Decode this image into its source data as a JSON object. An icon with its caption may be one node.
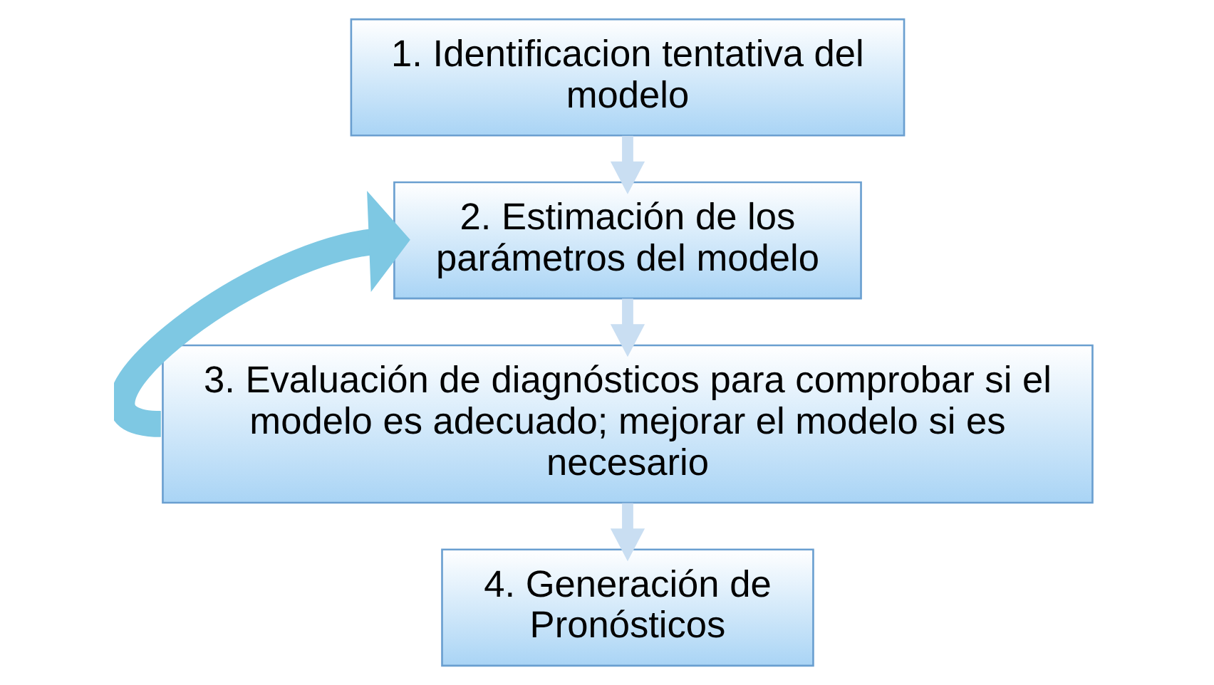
{
  "diagram": {
    "nodes": [
      {
        "text": [
          "1. Identificacion tentativa del modelo"
        ]
      },
      {
        "text": [
          "2. Estimación de los parámetros del modelo"
        ]
      },
      {
        "text": [
          "3. Evaluación de diagnósticos para comprobar si el modelo es adecuado; mejorar el modelo si es necesario"
        ]
      },
      {
        "text": [
          "4. Generación de Pronósticos"
        ]
      }
    ],
    "edges": [
      {
        "from": 0,
        "to": 1,
        "arrow": "to"
      },
      {
        "from": 1,
        "to": 2,
        "arrow": "to"
      },
      {
        "from": 2,
        "to": 3,
        "arrow": "to"
      },
      {
        "from": 2,
        "to": 1,
        "arrow": "to",
        "style": "thick",
        "color": "#7ec8e3"
      }
    ]
  }
}
